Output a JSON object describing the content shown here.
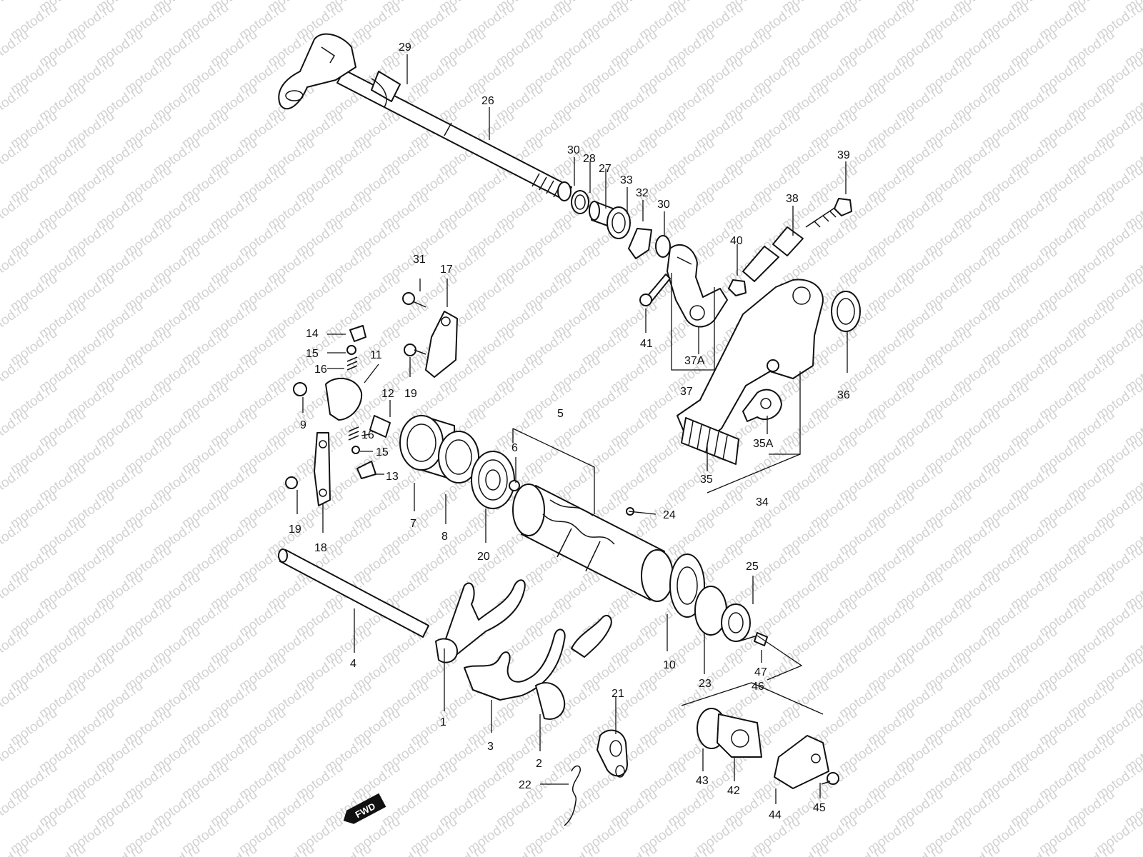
{
  "watermark": "motod.ru",
  "badge": {
    "text": "FWD"
  },
  "labels": {
    "l1": "1",
    "l2": "2",
    "l3": "3",
    "l4": "4",
    "l5": "5",
    "l6": "6",
    "l7": "7",
    "l8": "8",
    "l9": "9",
    "l10": "10",
    "l11": "11",
    "l12": "12",
    "l13": "13",
    "l14": "14",
    "l15a": "15",
    "l15b": "15",
    "l16a": "16",
    "l16b": "16",
    "l17": "17",
    "l18": "18",
    "l19a": "19",
    "l19b": "19",
    "l20": "20",
    "l21": "21",
    "l22": "22",
    "l23": "23",
    "l24": "24",
    "l25": "25",
    "l26": "26",
    "l27": "27",
    "l28": "28",
    "l29": "29",
    "l30a": "30",
    "l30b": "30",
    "l31": "31",
    "l32": "32",
    "l33": "33",
    "l34": "34",
    "l35": "35",
    "l35a": "35A",
    "l36": "36",
    "l37": "37",
    "l37a": "37A",
    "l38": "38",
    "l39": "39",
    "l40": "40",
    "l41": "41",
    "l42": "42",
    "l43": "43",
    "l44": "44",
    "l45": "45",
    "l46": "46",
    "l47": "47"
  }
}
